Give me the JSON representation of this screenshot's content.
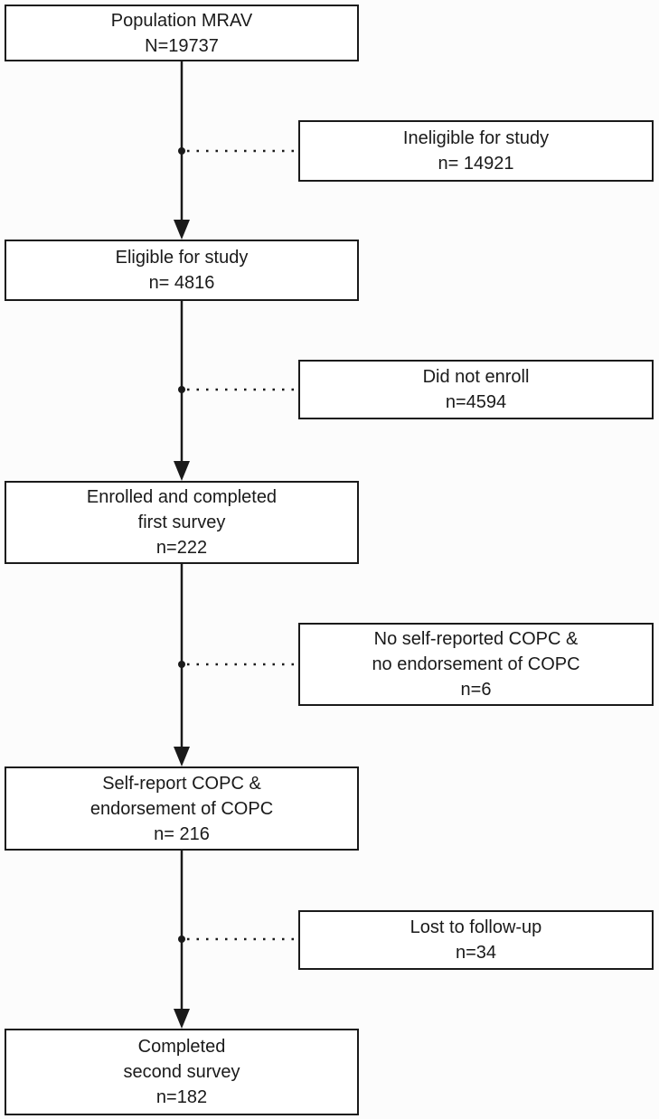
{
  "diagram": {
    "type": "flowchart",
    "description": "Study enrollment flow diagram",
    "colors": {
      "border": "#1a1a1a",
      "text": "#1a1a1a",
      "background": "#fcfcfc",
      "box_fill": "#ffffff"
    },
    "main_boxes": [
      {
        "id": "population",
        "lines": [
          "Population MRAV",
          "N=19737"
        ]
      },
      {
        "id": "eligible",
        "lines": [
          "Eligible for study",
          "n= 4816"
        ]
      },
      {
        "id": "enrolled",
        "lines": [
          "Enrolled and completed",
          "first survey",
          "n=222"
        ]
      },
      {
        "id": "self-report-copc",
        "lines": [
          "Self-report COPC &",
          "endorsement of COPC",
          "n= 216"
        ]
      },
      {
        "id": "completed-second-survey",
        "lines": [
          "Completed",
          "second survey",
          "n=182"
        ]
      }
    ],
    "side_boxes": [
      {
        "id": "ineligible",
        "lines": [
          "Ineligible for study",
          "n= 14921"
        ]
      },
      {
        "id": "did-not-enroll",
        "lines": [
          "Did not enroll",
          "n=4594"
        ]
      },
      {
        "id": "no-copc",
        "lines": [
          "No self-reported COPC &",
          "no endorsement of COPC",
          "n=6"
        ]
      },
      {
        "id": "lost-to-follow-up",
        "lines": [
          "Lost to follow-up",
          "n=34"
        ]
      }
    ]
  }
}
